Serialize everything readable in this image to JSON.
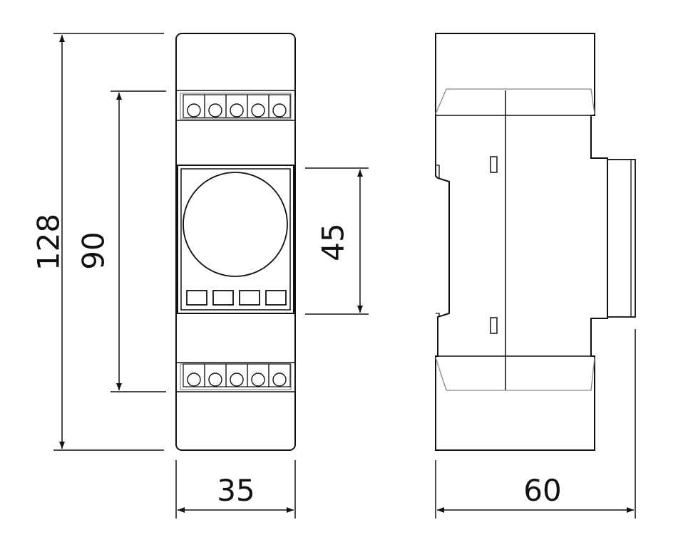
{
  "colors": {
    "stroke": "#111111",
    "light_stroke": "#888888",
    "background": "#ffffff"
  },
  "dimensions": {
    "total_height": "128",
    "terminal_spacing": "90",
    "window_height": "45",
    "front_width": "35",
    "side_depth": "60"
  },
  "front_view": {
    "terminal_screws_per_row": 5,
    "button_count": 4
  }
}
